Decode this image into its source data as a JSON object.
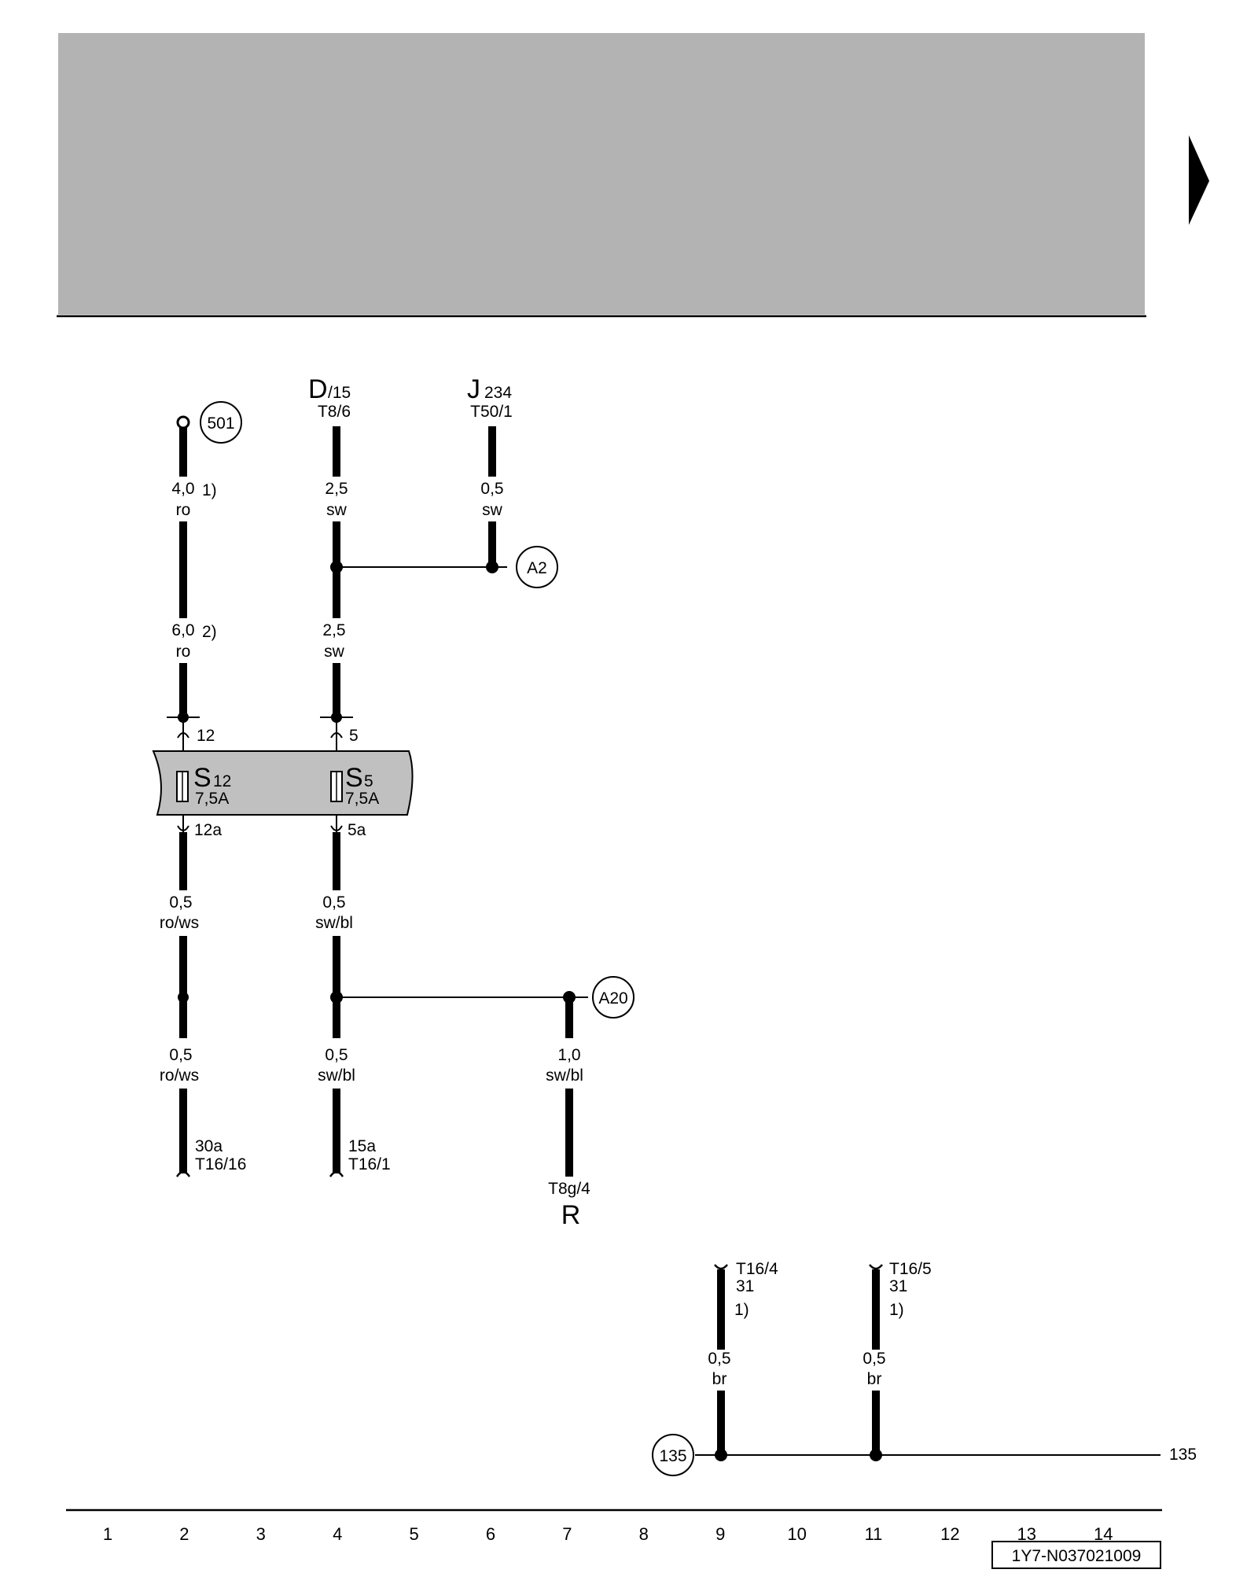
{
  "header": {
    "background": "#b3b3b3",
    "next_arrow_icon": "triangle-right-icon"
  },
  "components": {
    "d15": {
      "name": "D",
      "sub": "/15",
      "pin": "T8/6"
    },
    "j234": {
      "name": "J",
      "sub": "234",
      "pin": "T50/1"
    },
    "s12": {
      "name": "S",
      "sub": "12",
      "rating": "7,5A"
    },
    "s5": {
      "name": "S",
      "sub": "5",
      "rating": "7,5A"
    },
    "r": {
      "name": "R",
      "pin": "T8g/4"
    },
    "fuse_box_color": "#c0c0c0"
  },
  "circles": {
    "c501": "501",
    "a2": "A2",
    "a20": "A20",
    "c135": "135"
  },
  "wires": {
    "w1": {
      "size": "4,0",
      "note": "1)",
      "color": "ro"
    },
    "w2": {
      "size": "6,0",
      "note": "2)",
      "color": "ro"
    },
    "w3": {
      "size": "2,5",
      "color": "sw"
    },
    "w4": {
      "size": "0,5",
      "color": "sw"
    },
    "w5": {
      "size": "2,5",
      "color": "sw"
    },
    "w6": {
      "size": "0,5",
      "color": "ro/ws"
    },
    "w7": {
      "size": "0,5",
      "color": "sw/bl"
    },
    "w8": {
      "size": "0,5",
      "color": "ro/ws"
    },
    "w9": {
      "size": "0,5",
      "color": "sw/bl"
    },
    "w10": {
      "size": "1,0",
      "color": "sw/bl"
    },
    "w11": {
      "size": "0,5",
      "color": "br"
    },
    "w12": {
      "size": "0,5",
      "color": "br"
    }
  },
  "terminals": {
    "p12": "12",
    "p5": "5",
    "p12a": "12a",
    "p5a": "5a",
    "t30a": {
      "term": "30a",
      "pin": "T16/16"
    },
    "t15a": {
      "term": "15a",
      "pin": "T16/1"
    },
    "t164": {
      "pin": "T16/4",
      "term": "31",
      "note": "1)"
    },
    "t165": {
      "pin": "T16/5",
      "term": "31",
      "note": "1)"
    }
  },
  "ground_ref": "135",
  "columns": [
    "1",
    "2",
    "3",
    "4",
    "5",
    "6",
    "7",
    "8",
    "9",
    "10",
    "11",
    "12",
    "13",
    "14"
  ],
  "doc_id": "1Y7-N037021009"
}
